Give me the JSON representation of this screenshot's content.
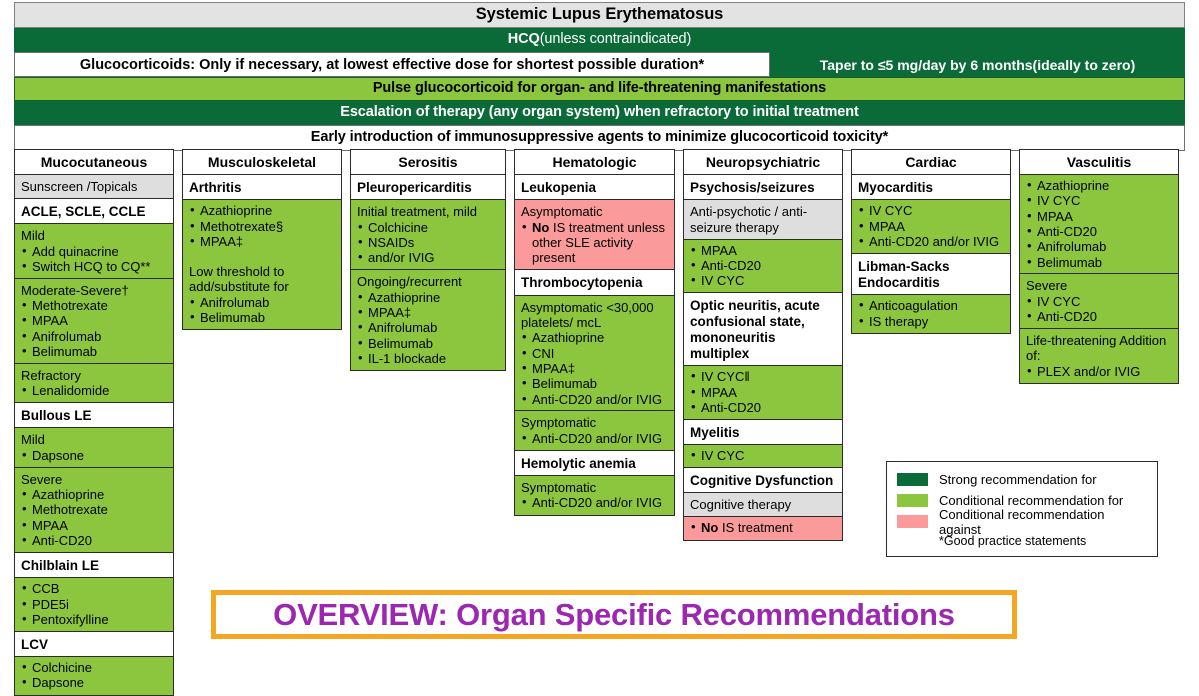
{
  "banners": {
    "title": "Systemic Lupus Erythematosus",
    "hcq_main": "HCQ",
    "hcq_sub": " (unless contraindicated)",
    "glucocorticoids": "Glucocorticoids: Only if necessary, at lowest effective dose for shortest possible duration*",
    "taper_main": "Taper to ≤5 mg/day by 6 months",
    "taper_sub": " (ideally to zero)",
    "pulse": "Pulse glucocorticoid for organ- and life-threatening manifestations",
    "escalation": "Escalation of therapy (any organ system) when refractory to initial treatment",
    "early": "Early introduction of immunosuppressive agents to minimize glucocorticoid toxicity*"
  },
  "columns": [
    {
      "id": "mucocutaneous",
      "header": "Mucocutaneous",
      "blocks": [
        {
          "style": "gray",
          "lead": "Sunscreen /Topicals",
          "items": []
        },
        {
          "style": "sub-hdr",
          "lead": "ACLE, SCLE, CCLE",
          "items": []
        },
        {
          "style": "green",
          "lead": "Mild",
          "items": [
            "Add quinacrine",
            "Switch HCQ to CQ**"
          ]
        },
        {
          "style": "green",
          "lead": "Moderate-Severe†",
          "items": [
            "Methotrexate",
            "MPAA",
            "Anifrolumab",
            "Belimumab"
          ]
        },
        {
          "style": "green",
          "lead": "Refractory",
          "items": [
            "Lenalidomide"
          ]
        },
        {
          "style": "sub-hdr",
          "lead": "Bullous LE",
          "items": []
        },
        {
          "style": "green",
          "lead": "Mild",
          "items": [
            "Dapsone"
          ]
        },
        {
          "style": "green",
          "lead": "Severe",
          "items": [
            "Azathioprine",
            "Methotrexate",
            "MPAA",
            "Anti-CD20"
          ]
        },
        {
          "style": "sub-hdr",
          "lead": "Chilblain LE",
          "items": []
        },
        {
          "style": "green",
          "lead": "",
          "items": [
            "CCB",
            "PDE5i",
            "Pentoxifylline"
          ]
        },
        {
          "style": "sub-hdr",
          "lead": "LCV",
          "items": []
        },
        {
          "style": "green",
          "lead": "",
          "items": [
            "Colchicine",
            "Dapsone"
          ]
        }
      ]
    },
    {
      "id": "musculoskeletal",
      "header": "Musculoskeletal",
      "blocks": [
        {
          "style": "sub-hdr",
          "lead": "Arthritis",
          "items": []
        },
        {
          "style": "green",
          "lead": "",
          "items": [
            "Azathioprine",
            "Methotrexate§",
            "MPAA‡"
          ]
        },
        {
          "style": "green-cont",
          "lead": "Low threshold to add/substitute for",
          "items": [
            "Anifrolumab",
            "Belimumab"
          ]
        }
      ]
    },
    {
      "id": "serositis",
      "header": "Serositis",
      "blocks": [
        {
          "style": "sub-hdr",
          "lead": "Pleuropericarditis",
          "items": []
        },
        {
          "style": "green",
          "lead": "Initial treatment, mild",
          "items": [
            "Colchicine",
            "NSAIDs",
            "and/or IVIG"
          ]
        },
        {
          "style": "green",
          "lead": "Ongoing/recurrent",
          "items": [
            "Azathioprine",
            "MPAA‡",
            "Anifrolumab",
            "Belimumab",
            "IL-1 blockade"
          ]
        }
      ]
    },
    {
      "id": "hematologic",
      "header": "Hematologic",
      "blocks": [
        {
          "style": "sub-hdr",
          "lead": "Leukopenia",
          "items": []
        },
        {
          "style": "pink",
          "lead": "Asymptomatic",
          "items": [
            "<b>No</b> IS treatment unless other SLE activity present"
          ]
        },
        {
          "style": "sub-hdr",
          "lead": "Thrombocytopenia",
          "items": []
        },
        {
          "style": "green",
          "lead": "Asymptomatic <30,000 platelets/ mcL",
          "items": [
            "Azathioprine",
            "CNI",
            "MPAA‡",
            "Belimumab",
            "Anti-CD20 and/or IVIG"
          ]
        },
        {
          "style": "green",
          "lead": "Symptomatic",
          "items": [
            "Anti-CD20 and/or IVIG"
          ]
        },
        {
          "style": "sub-hdr",
          "lead": "Hemolytic anemia",
          "items": []
        },
        {
          "style": "green",
          "lead": "Symptomatic",
          "items": [
            "Anti-CD20 and/or IVIG"
          ]
        }
      ]
    },
    {
      "id": "neuropsychiatric",
      "header": "Neuropsychiatric",
      "blocks": [
        {
          "style": "sub-hdr",
          "lead": "Psychosis/seizures",
          "items": []
        },
        {
          "style": "gray",
          "lead": "Anti-psychotic / anti-seizure therapy",
          "items": []
        },
        {
          "style": "green",
          "lead": "",
          "items": [
            "MPAA",
            "Anti-CD20",
            "IV CYC"
          ]
        },
        {
          "style": "sub-hdr",
          "lead": "Optic neuritis, acute confusional state, mononeuritis multiplex",
          "items": []
        },
        {
          "style": "green",
          "lead": "",
          "items": [
            "IV CYC‖",
            "MPAA",
            "Anti-CD20"
          ]
        },
        {
          "style": "sub-hdr",
          "lead": "Myelitis",
          "items": []
        },
        {
          "style": "green",
          "lead": "",
          "items": [
            "IV CYC"
          ]
        },
        {
          "style": "sub-hdr",
          "lead": "Cognitive Dysfunction",
          "items": []
        },
        {
          "style": "gray",
          "lead": "Cognitive therapy",
          "items": []
        },
        {
          "style": "pink",
          "lead": "",
          "items": [
            "<b>No</b> IS treatment"
          ]
        }
      ]
    },
    {
      "id": "cardiac",
      "header": "Cardiac",
      "blocks": [
        {
          "style": "sub-hdr",
          "lead": "Myocarditis",
          "items": []
        },
        {
          "style": "green",
          "lead": "",
          "items": [
            "IV CYC",
            "MPAA",
            "Anti-CD20 and/or IVIG"
          ]
        },
        {
          "style": "sub-hdr",
          "lead": "Libman-Sacks Endocarditis",
          "items": []
        },
        {
          "style": "green",
          "lead": "",
          "items": [
            "Anticoagulation",
            "IS therapy"
          ]
        }
      ]
    },
    {
      "id": "vasculitis",
      "header": "Vasculitis",
      "blocks": [
        {
          "style": "green",
          "lead": "",
          "items": [
            "Azathioprine",
            "IV CYC",
            "MPAA",
            "Anti-CD20",
            "Anifrolumab",
            "Belimumab"
          ]
        },
        {
          "style": "green",
          "lead": "Severe",
          "items": [
            "IV CYC",
            "Anti-CD20"
          ]
        },
        {
          "style": "green",
          "lead": "Life-threatening Addition of:",
          "items": [
            "PLEX and/or IVIG"
          ]
        }
      ]
    }
  ],
  "legend": {
    "rows": [
      {
        "color": "#0b6b38",
        "label": "Strong recommendation for"
      },
      {
        "color": "#8cc63e",
        "label": "Conditional recommendation for"
      },
      {
        "color": "#fa9a9a",
        "label": "Conditional recommendation against"
      }
    ],
    "note": "*Good practice statements"
  },
  "overview": {
    "text": "OVERVIEW:  Organ Specific Recommendations",
    "accent_border": "#f5a623",
    "accent_text": "#9c27b0"
  }
}
